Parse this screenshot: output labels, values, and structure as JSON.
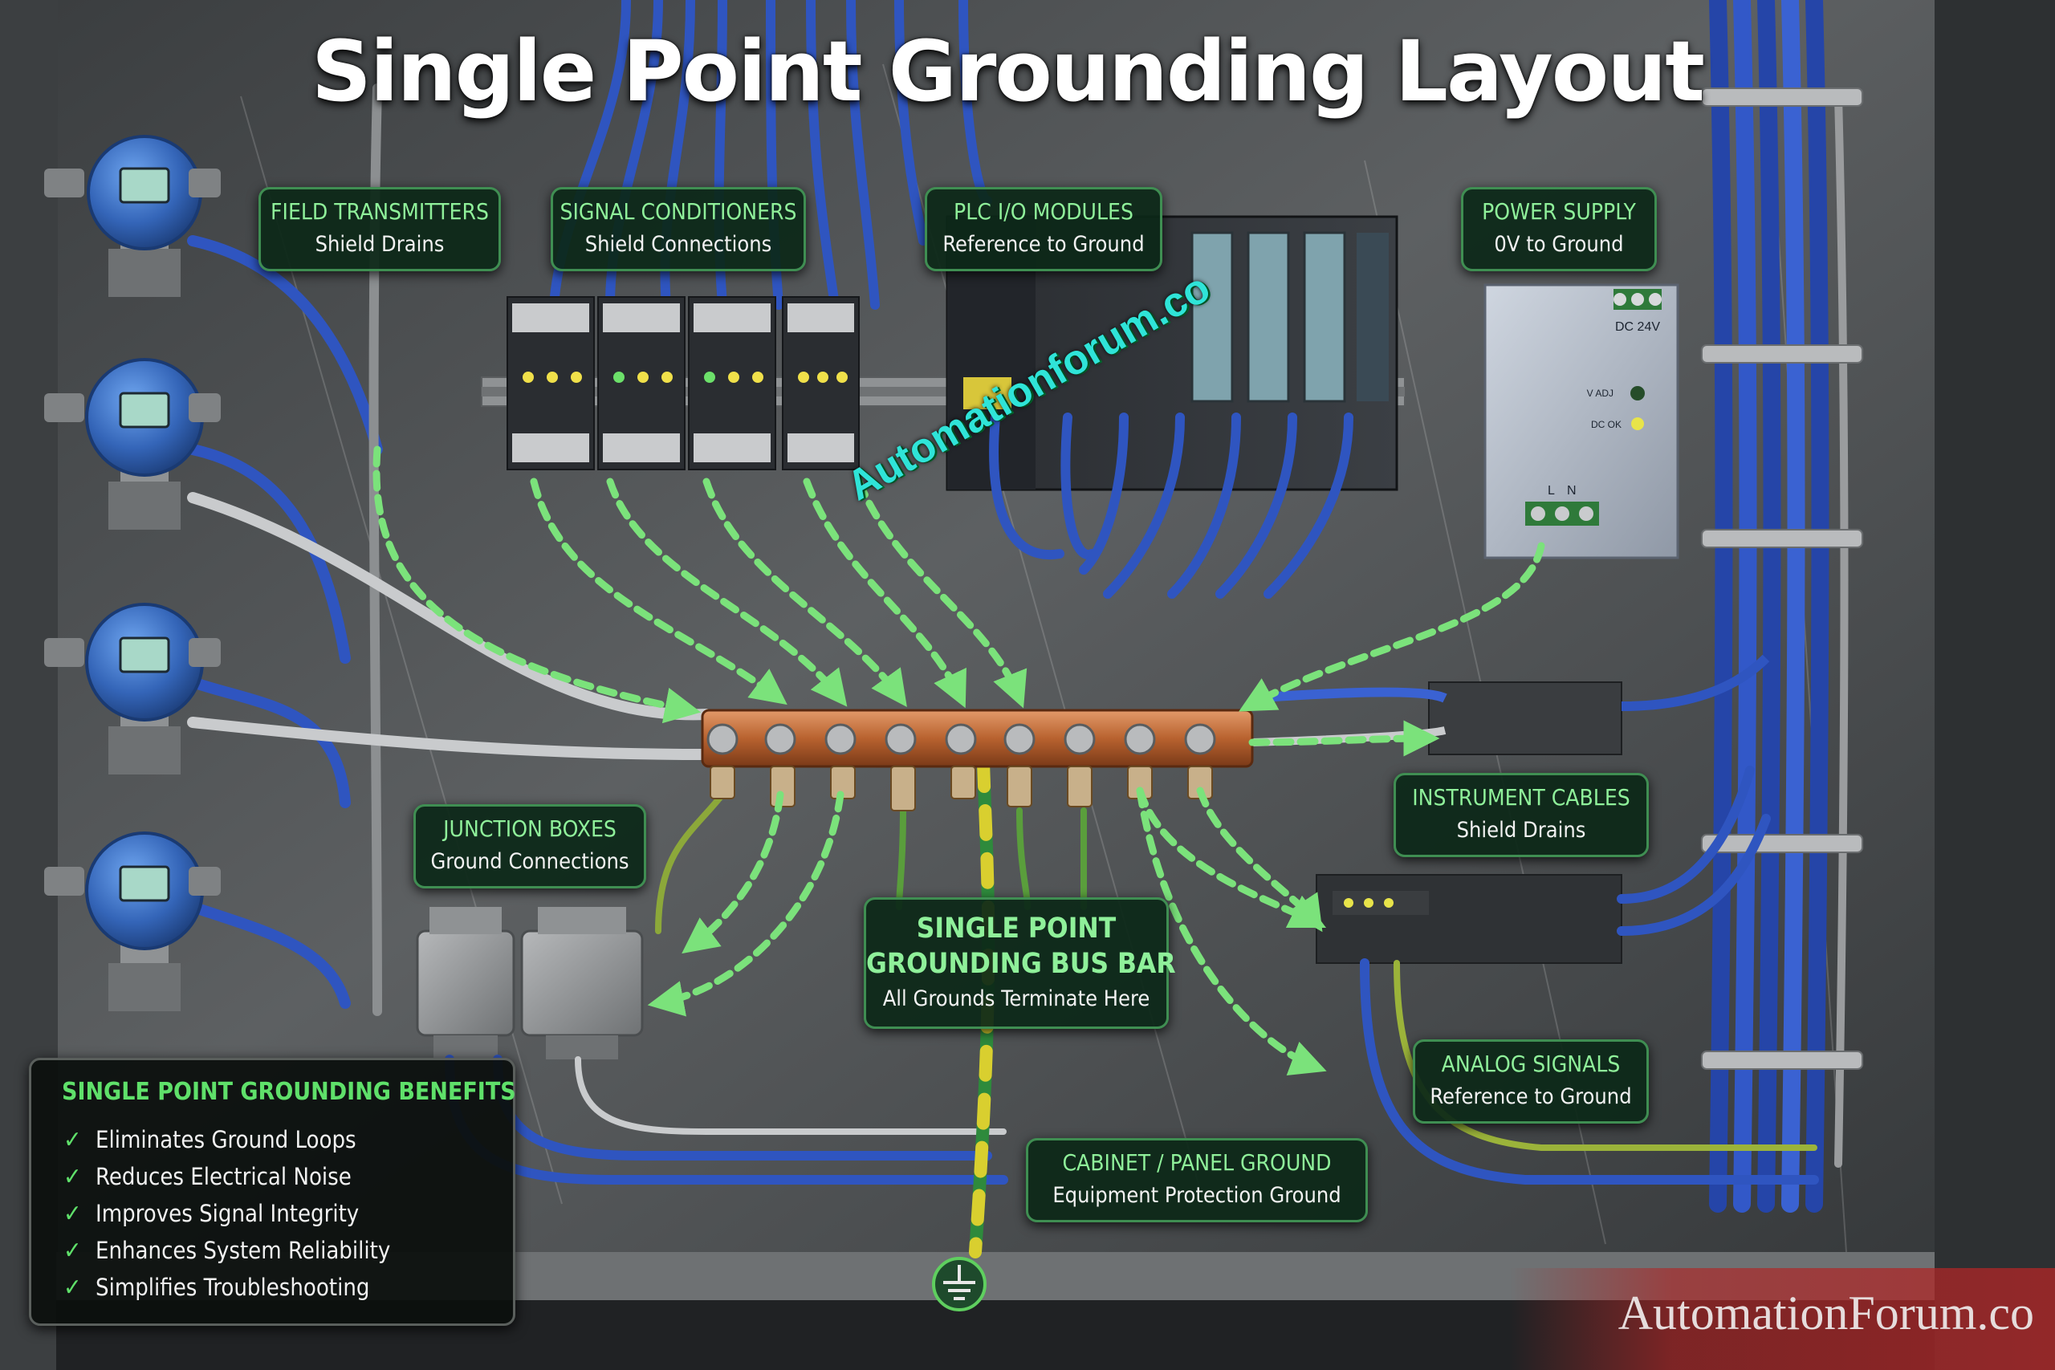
{
  "title": "Single Point Grounding Layout",
  "labels": {
    "field_transmitters": {
      "title": "FIELD TRANSMITTERS",
      "subtitle": "Shield Drains"
    },
    "signal_conditioners": {
      "title": "SIGNAL CONDITIONERS",
      "subtitle": "Shield Connections"
    },
    "plc_io": {
      "title": "PLC I/O MODULES",
      "subtitle": "Reference to Ground"
    },
    "power_supply": {
      "title": "POWER SUPPLY",
      "subtitle": "0V to Ground"
    },
    "junction_boxes": {
      "title": "JUNCTION BOXES",
      "subtitle": "Ground Connections"
    },
    "instrument_cables": {
      "title": "INSTRUMENT CABLES",
      "subtitle": "Shield Drains"
    },
    "bus_bar": {
      "title_line1": "SINGLE POINT",
      "title_line2": "GROUNDING BUS BAR",
      "subtitle": "All Grounds Terminate Here"
    },
    "analog_signals": {
      "title": "ANALOG SIGNALS",
      "subtitle": "Reference to Ground"
    },
    "cabinet_ground": {
      "title": "CABINET / PANEL GROUND",
      "subtitle": "Equipment Protection Ground"
    }
  },
  "benefits": {
    "title": "SINGLE POINT GROUNDING BENEFITS",
    "items": [
      "Eliminates Ground Loops",
      "Reduces Electrical Noise",
      "Improves Signal Integrity",
      "Enhances System Reliability",
      "Simplifies Troubleshooting"
    ]
  },
  "power_supply_marks": {
    "voltage": "DC 24V",
    "adj": "V ADJ",
    "dc_ok": "DC OK",
    "l": "L",
    "n": "N"
  },
  "watermark": "Automationforum.co",
  "brand": "AutomationForum.co",
  "colors": {
    "panel_steel": "#55585a",
    "label_fill": "#0c2818",
    "label_border": "#3f8e52",
    "label_title": "#8ff09a",
    "copper": "#c06a3a",
    "cable_blue": "#2a4fc0",
    "ground_dash": "#5fcf5f",
    "transmitter_blue": "#3a72c4",
    "watermark": "#2fe4d8"
  }
}
